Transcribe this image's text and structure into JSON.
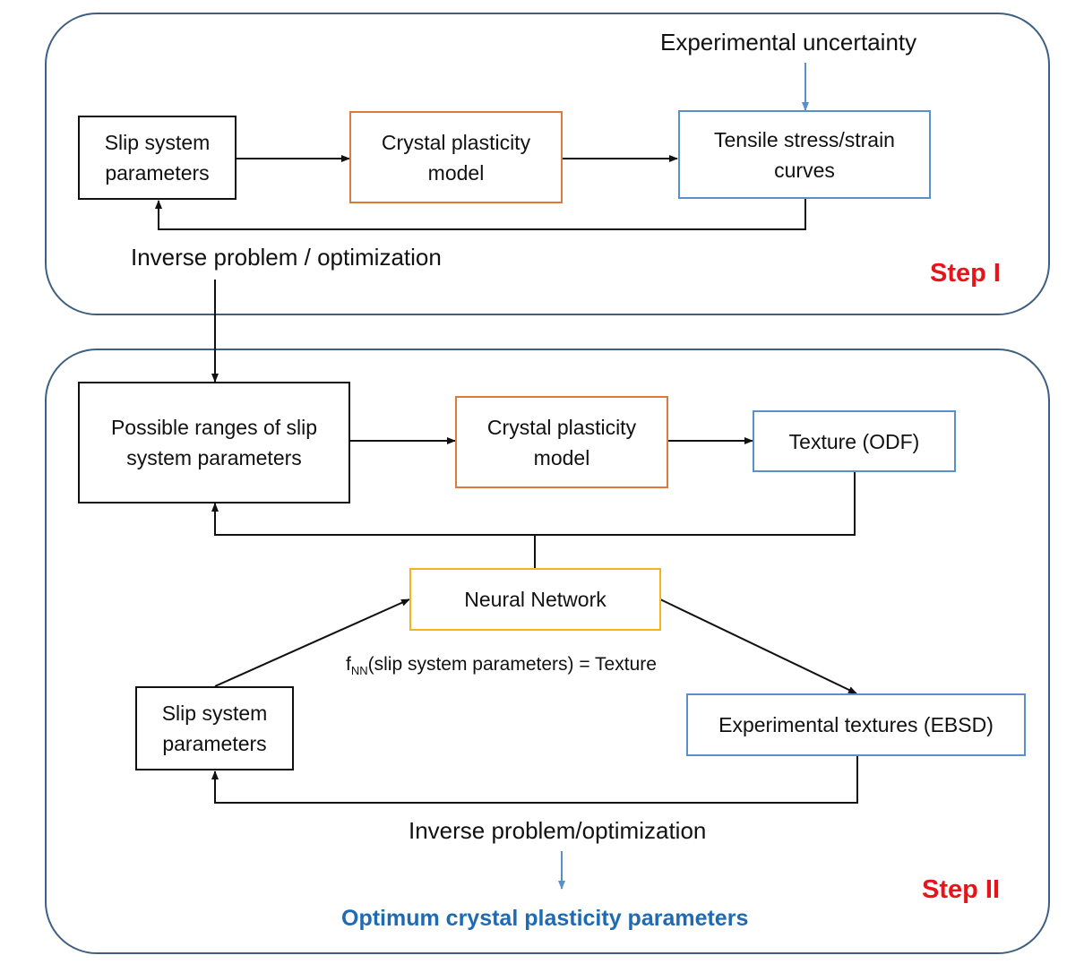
{
  "step1": {
    "label": "Step I",
    "uncertainty": "Experimental uncertainty",
    "box_slip": "Slip system parameters",
    "box_cp": "Crystal plasticity model",
    "box_tensile": "Tensile stress/strain curves",
    "inverse": "Inverse problem / optimization"
  },
  "step2": {
    "label": "Step II",
    "box_ranges": "Possible  ranges of slip system parameters",
    "box_cp": "Crystal plasticity model",
    "box_texture": "Texture (ODF)",
    "box_nn": "Neural Network",
    "formula_f": "f",
    "formula_sub": "NN",
    "formula_rest": "(slip system parameters) = Texture",
    "box_slip": "Slip system parameters",
    "box_exp": "Experimental textures (EBSD)",
    "inverse": "Inverse problem/optimization",
    "optimum": "Optimum crystal plasticity parameters"
  },
  "colors": {
    "frame": "#3f5f80",
    "black_box": "#111111",
    "orange_box": "#e07a3a",
    "blue_box": "#5a8fc8",
    "yellow_box": "#f2b418",
    "step_label": "#e8141b",
    "optimum_text": "#1f6bb3"
  }
}
